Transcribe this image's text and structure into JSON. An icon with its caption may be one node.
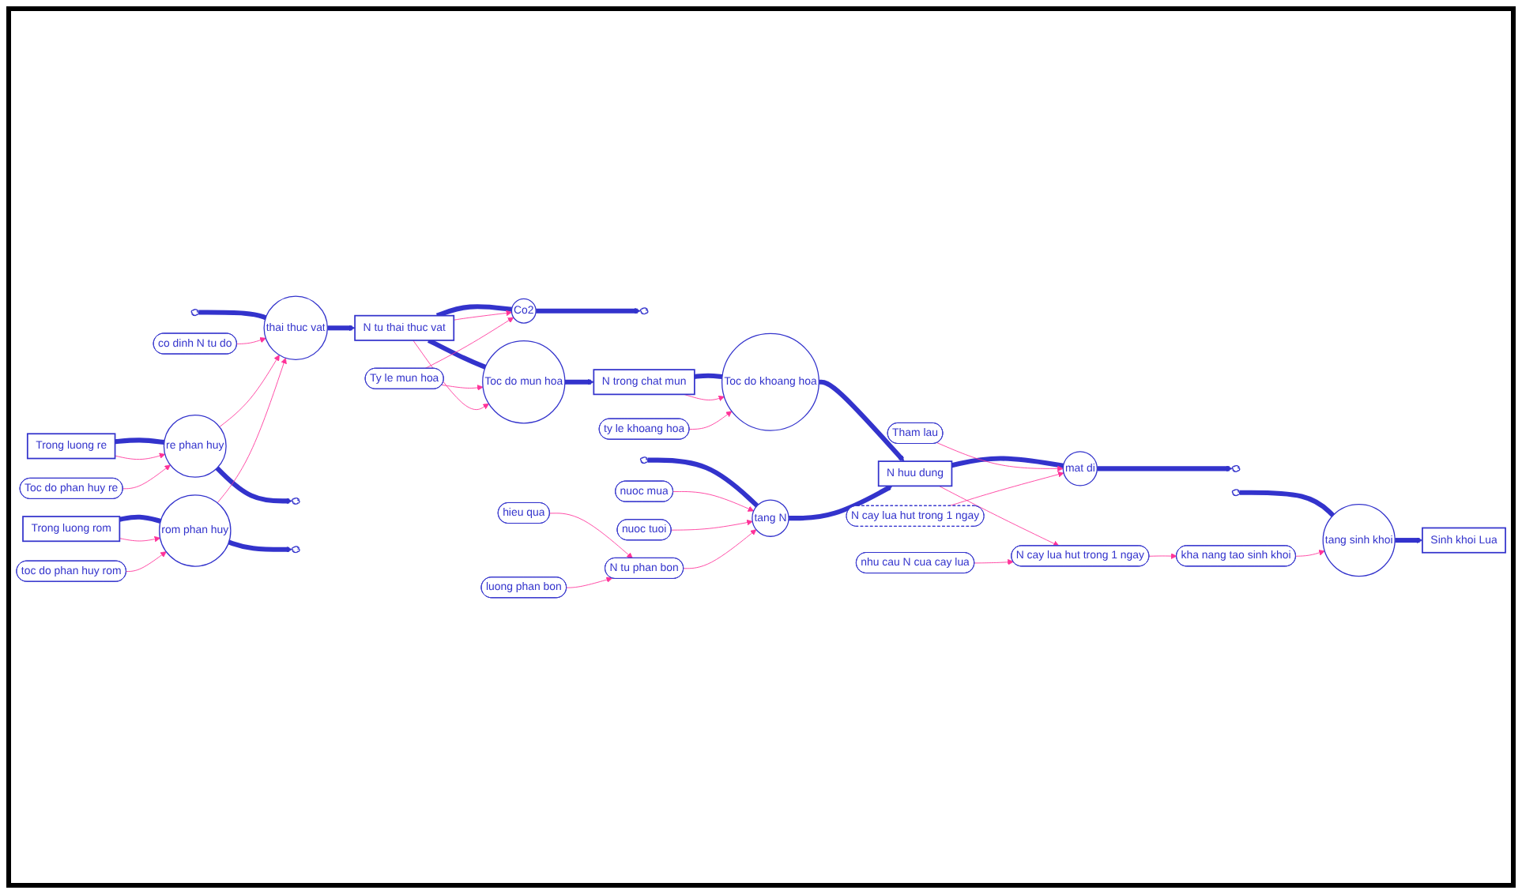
{
  "diagram": {
    "nodes": [
      {
        "text": [],
        "shape": "cloud"
      },
      {
        "text": [
          "nuoc mua"
        ]
      },
      {
        "text": [
          "hieu qua"
        ]
      },
      {
        "text": [],
        "shape": "cloud"
      },
      {
        "text": [
          "N tu phan bon"
        ]
      },
      {
        "text": [
          "luong phan bon"
        ]
      },
      {
        "text": [
          "co dinh N tu do"
        ]
      },
      {
        "text": [
          "Co2"
        ]
      },
      {
        "text": [
          "Ty le mun hoa"
        ]
      },
      {
        "text": [
          "nuoc tuoi"
        ]
      },
      {
        "text": [
          "tang N"
        ]
      },
      {
        "text": [
          "Tham lau"
        ]
      },
      {
        "text": [
          "thai thuc vat"
        ]
      },
      {
        "text": [
          "N trong chat mun"
        ]
      },
      {
        "text": [
          "Toc do khoang hoa"
        ]
      },
      {
        "text": [
          "mat di"
        ]
      },
      {
        "text": [],
        "shape": "cloud"
      },
      {
        "text": [
          "N tu thai thuc vat"
        ]
      },
      {
        "text": [
          "Toc do mun hoa"
        ]
      },
      {
        "text": [
          "N huu dung"
        ]
      },
      {
        "text": [],
        "shape": "cloud"
      },
      {
        "text": [
          "Toc do phan huy re"
        ]
      },
      {
        "text": [
          "N cay lua hut trong 1 ngay"
        ]
      },
      {
        "text": [
          "ty le khoang hoa"
        ]
      },
      {
        "text": [
          "Trong luong re"
        ]
      },
      {
        "text": [
          "re phan huy"
        ]
      },
      {
        "text": [],
        "shape": "cloud"
      },
      {
        "text": [
          "N cay lua hut trong 1 ngay"
        ]
      },
      {
        "text": [
          "nhu cau N cua cay lua"
        ]
      },
      {
        "text": [
          "Trong luong rom"
        ]
      },
      {
        "text": [
          "rom phan huy"
        ]
      },
      {
        "text": [],
        "shape": "cloud"
      },
      {
        "text": [
          "kha nang tao sinh khoi"
        ]
      },
      {
        "text": [
          "toc do phan huy rom"
        ]
      },
      {
        "text": [
          "Sinh khoi Lua"
        ]
      },
      {
        "text": [],
        "shape": "cloud"
      },
      {
        "text": [
          "tang sinh khoi"
        ]
      }
    ],
    "edges": [
      {
        "from": 16,
        "to": 12,
        "arrow": "none",
        "style": "thick",
        "color": "#3333cc"
      },
      {
        "from": 12,
        "to": 17,
        "arrow": "to",
        "style": "thick",
        "color": "#3333cc"
      },
      {
        "from": 17,
        "to": 7,
        "arrow": "none",
        "style": "thick",
        "color": "#3333cc"
      },
      {
        "from": 7,
        "to": 0,
        "arrow": "to",
        "style": "thick",
        "color": "#3333cc"
      },
      {
        "from": 17,
        "to": 18,
        "arrow": "none",
        "style": "thick",
        "color": "#3333cc"
      },
      {
        "from": 18,
        "to": 13,
        "arrow": "to",
        "style": "thick",
        "color": "#3333cc"
      },
      {
        "from": 13,
        "to": 14,
        "arrow": "none",
        "style": "thick",
        "color": "#3333cc"
      },
      {
        "from": 14,
        "to": 19,
        "arrow": "to",
        "style": "thick",
        "color": "#3333cc"
      },
      {
        "from": 3,
        "to": 10,
        "arrow": "none",
        "style": "thick",
        "color": "#3333cc"
      },
      {
        "from": 10,
        "to": 19,
        "arrow": "to",
        "style": "thick",
        "color": "#3333cc"
      },
      {
        "from": 19,
        "to": 15,
        "arrow": "none",
        "style": "thick",
        "color": "#3333cc"
      },
      {
        "from": 15,
        "to": 20,
        "arrow": "to",
        "style": "thick",
        "color": "#3333cc"
      },
      {
        "from": 24,
        "to": 25,
        "arrow": "none",
        "style": "thick",
        "color": "#3333cc"
      },
      {
        "from": 25,
        "to": 26,
        "arrow": "to",
        "style": "thick",
        "color": "#3333cc"
      },
      {
        "from": 29,
        "to": 30,
        "arrow": "none",
        "style": "thick",
        "color": "#3333cc"
      },
      {
        "from": 30,
        "to": 31,
        "arrow": "to",
        "style": "thick",
        "color": "#3333cc"
      },
      {
        "from": 35,
        "to": 36,
        "arrow": "none",
        "style": "thick",
        "color": "#3333cc"
      },
      {
        "from": 36,
        "to": 34,
        "arrow": "to",
        "style": "thick",
        "color": "#3333cc"
      },
      {
        "from": 6,
        "to": 12,
        "arrow": "to"
      },
      {
        "from": 25,
        "to": 12,
        "arrow": "to"
      },
      {
        "from": 30,
        "to": 12,
        "arrow": "to"
      },
      {
        "from": 24,
        "to": 25,
        "arrow": "to"
      },
      {
        "from": 21,
        "to": 25,
        "arrow": "to"
      },
      {
        "from": 29,
        "to": 30,
        "arrow": "to"
      },
      {
        "from": 33,
        "to": 30,
        "arrow": "to"
      },
      {
        "from": 17,
        "to": 7,
        "arrow": "to"
      },
      {
        "from": 8,
        "to": 7,
        "arrow": "to"
      },
      {
        "from": 8,
        "to": 18,
        "arrow": "to"
      },
      {
        "from": 17,
        "to": 18,
        "arrow": "to"
      },
      {
        "from": 13,
        "to": 14,
        "arrow": "to"
      },
      {
        "from": 23,
        "to": 14,
        "arrow": "to"
      },
      {
        "from": 1,
        "to": 10,
        "arrow": "to"
      },
      {
        "from": 9,
        "to": 10,
        "arrow": "to"
      },
      {
        "from": 4,
        "to": 10,
        "arrow": "to"
      },
      {
        "from": 2,
        "to": 4,
        "arrow": "to"
      },
      {
        "from": 5,
        "to": 4,
        "arrow": "to"
      },
      {
        "from": 11,
        "to": 15,
        "arrow": "to"
      },
      {
        "from": 22,
        "to": 15,
        "arrow": "to"
      },
      {
        "from": 19,
        "to": 27,
        "arrow": "to"
      },
      {
        "from": 28,
        "to": 27,
        "arrow": "to"
      },
      {
        "from": 27,
        "to": 32,
        "arrow": "to"
      },
      {
        "from": 32,
        "to": 36,
        "arrow": "to"
      }
    ]
  }
}
